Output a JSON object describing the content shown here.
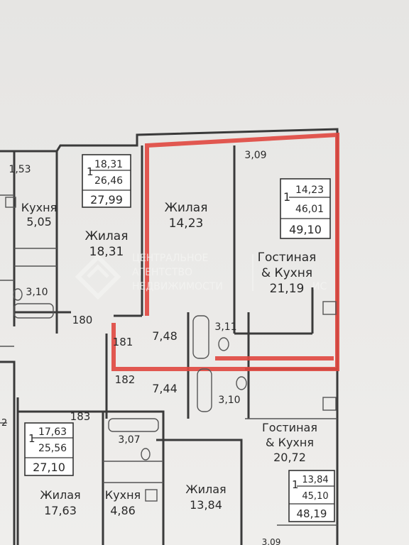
{
  "rooms": {
    "kitchen_tl": {
      "name": "Кухня",
      "area": "5,05"
    },
    "living_l": {
      "name": "Жилая",
      "area": "18,31"
    },
    "living_top": {
      "name": "Жилая",
      "area": "14,23"
    },
    "lounge_kitchen_r": {
      "name1": "Гостиная",
      "name2": "& Кухня",
      "area": "21,19"
    },
    "lounge_kitchen_r2": {
      "name1": "Гостиная",
      "name2": "& Кухня",
      "area": "20,72"
    },
    "living_bl": {
      "name": "Жилая",
      "area": "17,63"
    },
    "kitchen_b": {
      "name": "Кухня",
      "area": "4,86"
    },
    "living_bm": {
      "name": "Жилая",
      "area": "13,84"
    },
    "hall1": {
      "area": "7,48"
    },
    "hall2": {
      "area": "7,44"
    }
  },
  "small_labels": {
    "a": "1,53",
    "b": "3,10",
    "c": "3,09",
    "d": "3,11",
    "e": "3,10",
    "f": "3,07",
    "g": "3,09"
  },
  "door_numbers": [
    "180",
    "181",
    "182",
    "183"
  ],
  "apartments": [
    {
      "rooms": "1",
      "living": "18,31",
      "total": "26,46",
      "with_balcony": "27,99"
    },
    {
      "rooms": "1",
      "living": "14,23",
      "total": "46,01",
      "with_balcony": "49,10"
    },
    {
      "rooms": "1",
      "living": "17,63",
      "total": "25,56",
      "with_balcony": "27,10"
    },
    {
      "rooms": "1",
      "living": "13,84",
      "total": "45,10",
      "with_balcony": "48,19"
    }
  ],
  "partial": {
    "left_number": "2"
  },
  "watermark": {
    "line1": "ЦЕНТРАЛЬНОЕ",
    "line2": "АГЕНТСТВО",
    "line3": "НЕДВИЖИМОСТИ",
    "brand_partial": "ИС"
  },
  "colors": {
    "highlight": "#e0473f",
    "wall": "#3a3a3a",
    "paper": "#e9e8e6"
  }
}
